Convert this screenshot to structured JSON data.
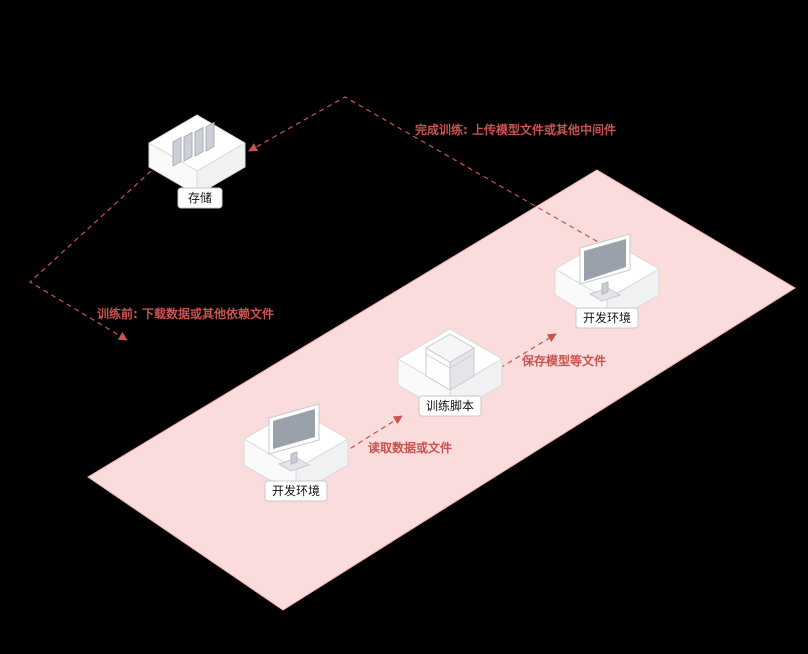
{
  "nodes": {
    "storage": {
      "label": "存储",
      "icon": "server-stack-icon"
    },
    "dev_env_left": {
      "label": "开发环境",
      "icon": "monitor-icon"
    },
    "training_script": {
      "label": "训练脚本",
      "icon": "package-cube-icon"
    },
    "dev_env_right": {
      "label": "开发环境",
      "icon": "monitor-icon"
    }
  },
  "edges": {
    "upload": {
      "label": "完成训练: 上传模型文件或其他中间件",
      "from": "dev_env_right",
      "to": "storage"
    },
    "download": {
      "label": "训练前: 下载数据或其他依赖文件",
      "from": "storage",
      "to": "dev_env_left"
    },
    "read": {
      "label": "读取数据或文件",
      "from": "dev_env_left",
      "to": "training_script"
    },
    "save": {
      "label": "保存模型等文件",
      "from": "training_script",
      "to": "dev_env_right"
    }
  },
  "colors": {
    "background": "#000000",
    "accent": "#c75450",
    "plane_fill": "#fbdcdc",
    "plane_stroke": "#efb2ae",
    "node_fill": "#ffffff",
    "node_stroke": "#d9d9d9",
    "screen_gray": "#9aa1ab"
  }
}
